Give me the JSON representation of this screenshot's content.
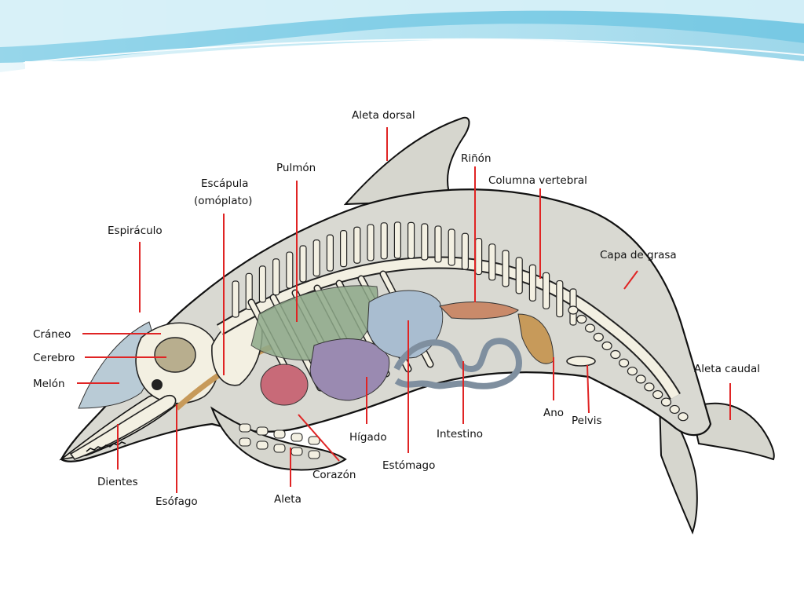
{
  "labels": {
    "aleta_dorsal": "Aleta dorsal",
    "rinon": "Riñón",
    "columna_vertebral": "Columna vertebral",
    "pulmon": "Pulmón",
    "escapula": "Escápula",
    "omoplato": "(omóplato)",
    "espiraculo": "Espiráculo",
    "capa_de_grasa": "Capa de grasa",
    "craneo": "Cráneo",
    "cerebro": "Cerebro",
    "melon": "Melón",
    "aleta_caudal": "Aleta caudal",
    "ano": "Ano",
    "pelvis": "Pelvis",
    "intestino": "Intestino",
    "higado": "Hígado",
    "estomago": "Estómago",
    "corazon": "Corazón",
    "dientes": "Dientes",
    "esofago": "Esófago",
    "aleta": "Aleta"
  },
  "colors": {
    "header_wave": "#5fc0df",
    "leader_lines": "#e02424",
    "body_skin": "#d9d9d2",
    "melon": "#b9cbd6",
    "lung": "#8faa8a",
    "liver": "#9a8ab1",
    "heart": "#c86a78",
    "stomach": "#a9bdd0",
    "intestine": "#9fb3c6",
    "kidney": "#c98a6a",
    "brain": "#b8ae8e"
  }
}
